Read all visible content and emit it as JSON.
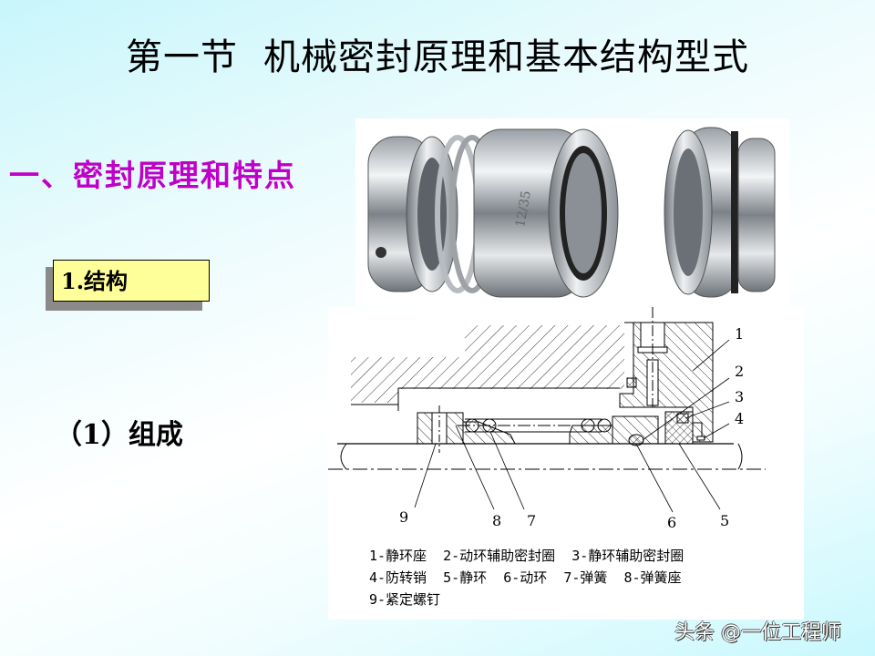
{
  "slide": {
    "title_part1": "第一节",
    "title_part2": "机械密封原理和基本结构型式",
    "section_heading": "一、密封原理和特点",
    "subsection_box": "1.结构",
    "item_heading": "（1）组成"
  },
  "photo": {
    "description": "mechanical seal assembly photo",
    "engraving": "12/35"
  },
  "diagram": {
    "part_numbers": [
      "1",
      "2",
      "3",
      "4",
      "5",
      "6",
      "7",
      "8",
      "9"
    ],
    "legend_lines": [
      "1-静环座  2-动环辅助密封圈  3-静环辅助密封圈",
      "4-防转销  5-静环  6-动环  7-弹簧  8-弹簧座",
      "9-紧定螺钉"
    ],
    "legend": [
      {
        "num": "1",
        "name": "静环座"
      },
      {
        "num": "2",
        "name": "动环辅助密封圈"
      },
      {
        "num": "3",
        "name": "静环辅助密封圈"
      },
      {
        "num": "4",
        "name": "防转销"
      },
      {
        "num": "5",
        "name": "静环"
      },
      {
        "num": "6",
        "name": "动环"
      },
      {
        "num": "7",
        "name": "弹簧"
      },
      {
        "num": "8",
        "name": "弹簧座"
      },
      {
        "num": "9",
        "name": "紧定螺钉"
      }
    ]
  },
  "watermark": "头条 @一位工程师",
  "colors": {
    "section_heading": "#c000c8",
    "box_fill": "#ffff99",
    "box_shadow": "#8a8a8a",
    "background": "#c8f6fb"
  }
}
